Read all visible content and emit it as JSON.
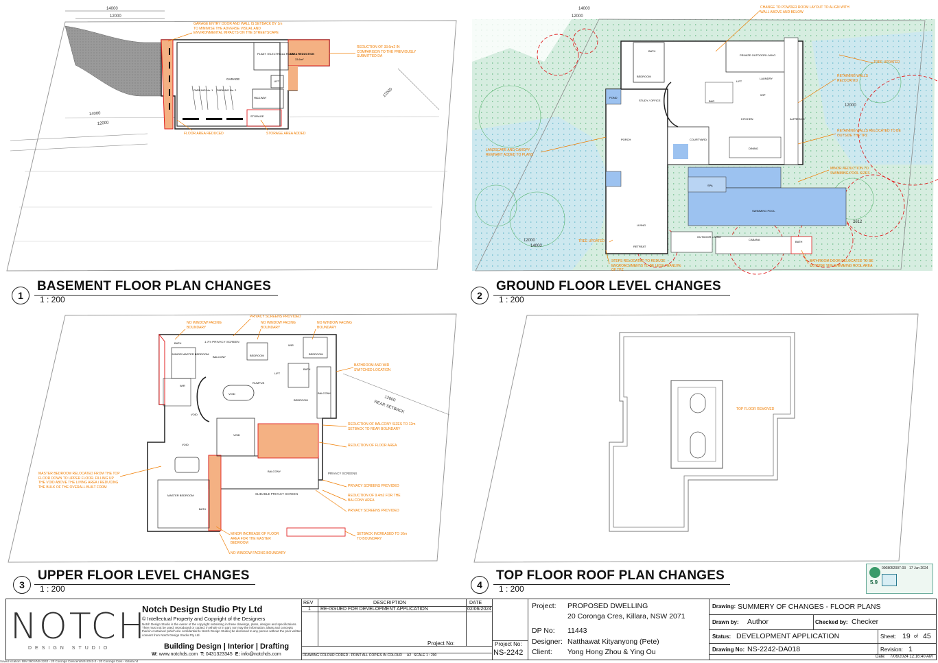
{
  "plans": [
    {
      "number": "1",
      "title": "BASEMENT FLOOR PLAN CHANGES",
      "scale": "1 : 200"
    },
    {
      "number": "2",
      "title": "GROUND FLOOR LEVEL CHANGES",
      "scale": "1 : 200"
    },
    {
      "number": "3",
      "title": "UPPER FLOOR LEVEL CHANGES",
      "scale": "1 : 200"
    },
    {
      "number": "4",
      "title": "TOP FLOOR ROOF PLAN CHANGES",
      "scale": "1 : 200"
    }
  ],
  "plan1": {
    "dims": [
      "14000",
      "12000",
      "12000",
      "14000",
      "12000"
    ],
    "rooms": [
      "GARAGE",
      "PARKING No. 1",
      "PARKING No. 2",
      "PLANT / ELECTRICAL ROOM",
      "LIFT",
      "HALLWAY",
      "STORAGE",
      "AREA REDUCTION",
      "33.6m²"
    ],
    "notes": [
      "GARAGE ENTRY DOOR AND WALL IS SETBACK BY 1m TO MINIMISE THE ADVERSE VISUAL AND ENVIRONMENTAL IMPACTS ON THE STREETSCAPE",
      "REDUCTION OF 33.6m2 IN COMPARISON TO THE PREVIOUSLY SUBMITTED DA",
      "FLOOR AREA REDUCED",
      "STORAGE AREA ADDED"
    ]
  },
  "plan2": {
    "dims": [
      "14000",
      "12000",
      "12000",
      "12000",
      "14000",
      "2612"
    ],
    "rooms": [
      "BATH",
      "BEDROOM",
      "PRIVATE OUTDOOR LIVING",
      "LAUNDRY",
      "LIFT",
      "WIP",
      "BAR",
      "STUDY / OFFICE",
      "POND",
      "PORCH",
      "COURTYARD",
      "KITCHEN",
      "DINING",
      "ALFRESCO",
      "SPA",
      "SWIMMING POOL",
      "LIVING",
      "OUTDOOR LIVING",
      "CABANA",
      "RETREAT",
      "BATH"
    ],
    "notes": [
      "CHANGE TO POWDER ROOM LAYOUT TO ALIGN WITH WALL ABOVE AND BELOW",
      "TREE UPDATED",
      "RETAINING WALLS RELOCATED",
      "RETAINING WALLS RELOCATED TO BE OUTSIDE THE TPZ",
      "LANDSCAPE AND CANOPY REMNANT ADDED TO PLANS",
      "MINOR REDUCTION TO SWIMMING POOL SIZES",
      "TREE UPDATED",
      "STEPS RELOCATED TO REDUCE ENCROACHMENTS TO BE LESS THAN10% OF TPZ",
      "BATHROOM DOOR RELOCATED TO BE OUTSIDE THE SWIMMING POOL AREA"
    ]
  },
  "plan3": {
    "dims": [
      "12000",
      "REAR SETBACK"
    ],
    "rooms": [
      "BATH",
      "JUNIOR MASTER BEDROOM",
      "WIR",
      "BALCONY",
      "BEDROOM",
      "WIR",
      "BEDROOM",
      "RUMPUS",
      "LIFT",
      "BATH",
      "BEDROOM",
      "BALCONY",
      "VOID",
      "VOID",
      "VOID",
      "VOID",
      "BALCONY",
      "MASTER BEDROOM",
      "BATH"
    ],
    "notes": [
      "NO WINDOW FACING BOUNDARY",
      "PRIVACY SCREENS PROVIDED",
      "NO WINDOW FACING BOUNDARY",
      "NO WINDOW FACING BOUNDARY",
      "1.7m PRIVACY SCREEN",
      "BATHROOM AND WIR SWITCHED LOCATION",
      "REDUCTION OF BALCONY SIZES TO 12m SETBACK TO REAR BOUNDARY",
      "REDUCTION OF FLOOR AREA",
      "MASTER BEDROOM RELOCATED FROM THE TOP FLOOR DOWN TO UPPER FLOOR. FILLING UP THE VOID ABOVE THE LIVING AREA / REDUCING THE BULK OF THE OVERALL BUILT FORM",
      "PRIVACY SCREENS",
      "PRIVACY SCREENS PROVIDED",
      "SLIDABLE PRIVACY SCREEN",
      "REDUCTION OF 9.4m2 FOR THE BALCONY AREA",
      "PRIVACY SCREENS PROVIDED",
      "MINOR INCREASE OF FLOOR AREA FOR THE MASTER BEDROOM",
      "SETBACK INCREASED TO 10m TO BOUNDARY",
      "NO WINDOW FACING BOUNDARY"
    ]
  },
  "plan4": {
    "notes": [
      "TOP FLOOR REMOVED"
    ]
  },
  "badge": {
    "id": "0008052007-03",
    "date": "17 Jun 2024",
    "rating": "5.9"
  },
  "title_block": {
    "logo": "NOTCH",
    "logo_sub": "DESIGN STUDIO",
    "firm": "Notch Design Studio Pty Ltd",
    "firm_sub": "© Intellectual Property and Copyright of the Designers",
    "fineprint": "Notch Design Studio is the owner of the copyright subsisting in these drawings, plans, designs and specifications. They must not be used, reproduced or copied, in whole or in part, nor may the information, ideas and concepts therein contained (which are confidential to Notch Design Studio) be disclosed to any person without the prior written consent from Notch Design Studio Pty Ltd.",
    "services": "Building Design | Interior | Drafting",
    "web_label": "W:",
    "web": "www.notchds.com",
    "tel_label": "T:",
    "tel": "0431323345",
    "email_label": "E:",
    "email": "info@notchds.com",
    "rev_headers": [
      "REV",
      "DESCRIPTION",
      "DATE"
    ],
    "revisions": [
      {
        "rev": "1",
        "description": "RE-ISSUED FOR DEVELOPMENT APPLICATION",
        "date": "02/06/2024"
      }
    ],
    "colour_note": "DRAWING COLOUR CODED - PRINT ALL COPIES IN COLOUR",
    "paper": "A2",
    "scale_label": "SCALE",
    "scale_value": "1 : 200",
    "project_no_label": "Project No:",
    "project_no": "NS-2242",
    "project_label": "Project:",
    "project_name": "PROPOSED DWELLING",
    "project_address": "20 Coronga Cres, Killara, NSW 2071",
    "dp_label": "DP No:",
    "dp": "11443",
    "designer_label": "Designer:",
    "designer": "Natthawat Kityanyong (Pete)",
    "client_label": "Client:",
    "client": "Yong Hong Zhou & Ying Ou",
    "drawing_label": "Drawing:",
    "drawing": "SUMMERY OF CHANGES - FLOOR PLANS",
    "drawn_by_label": "Drawn by:",
    "drawn_by": "Author",
    "checked_by_label": "Checked by:",
    "checked_by": "Checker",
    "status_label": "Status:",
    "status": "DEVELOPMENT APPLICATION",
    "sheet_label": "Sheet:",
    "sheet": "19",
    "sheet_of": "of",
    "sheet_total": "45",
    "drawing_no_label": "Drawing No:",
    "drawing_no": "NS-2242-DA018",
    "revision_label": "Revision:",
    "revision": "1",
    "date_label": "Date:",
    "date": "7/06/2024 12:16:40 AM",
    "saved_location": "Saved location:  BIM 360://NS-2242 - 20 Coronga Crescent/NS-2242-3 - 20 Coronga Cres - Killara.rvt"
  },
  "colors": {
    "accent_orange": "#f07d00",
    "revision_red": "#e02020",
    "pool_blue": "#9cc2f0",
    "landscape_green": "#d8efe2",
    "area_orange": "#f4b183"
  }
}
